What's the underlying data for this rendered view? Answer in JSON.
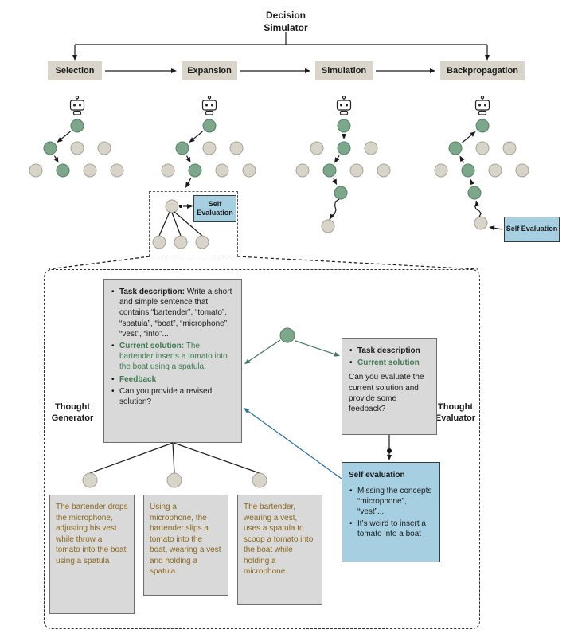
{
  "title": "Decision Simulator",
  "stages": [
    "Selection",
    "Expansion",
    "Simulation",
    "Backpropagation"
  ],
  "expansion_inset": {
    "self_eval_label": "Self Evaluation"
  },
  "backprop_inset": {
    "self_eval_label": "Self Evaluation"
  },
  "panel": {
    "generator_label": "Thought Generator",
    "evaluator_label": "Thought Evaluator",
    "generator_box": {
      "task_label": "Task description:",
      "task_text": "Write a short and simple sentence that contains “bartender”, “tomato”, “spatula”, “boat”, “microphone”, “vest”, “into”...",
      "solution_label": "Current solution:",
      "solution_text": "The bartender inserts a tomato into the boat using a spatula.",
      "feedback_label": "Feedback",
      "question": "Can you provide a revised solution?"
    },
    "evaluator_box": {
      "task_label": "Task description",
      "solution_label": "Current solution",
      "question": "Can you evaluate the current solution and provide some feedback?"
    },
    "self_evaluation_box": {
      "title": "Self evaluation",
      "bullets": [
        "Missing the concepts “microphone”, “vest”...",
        "It’s weird to insert a tomato into a boat"
      ]
    },
    "candidates": [
      "The bartender drops the microphone, adjusting his vest while throw a tomato into the boat using a spatula",
      "Using a microphone, the bartender slips a tomato into the boat, wearing a vest and holding a spatula.",
      "The bartender, wearing a vest, uses a spatula to scoop a tomato into the boat while holding a microphone."
    ]
  },
  "palette": {
    "node_green": "#7da78a",
    "node_green_stroke": "#5b7f68",
    "node_gray": "#d8d4c9",
    "node_gray_stroke": "#a9a396",
    "stage_box_bg": "#dad5cb",
    "content_box_bg": "#d9d9d9",
    "blue_box_bg": "#a6cfe2",
    "green_text": "#3c7a50",
    "olive_text": "#8a671d",
    "arrow_black": "#1a1a1a",
    "arrow_green": "#44745c",
    "arrow_blue": "#2e6f97"
  },
  "diagram": {
    "trees": [
      {
        "stage": "Selection",
        "nodes": [
          [
            80,
            40,
            "g"
          ],
          [
            46,
            68,
            "g"
          ],
          [
            80,
            68,
            "y"
          ],
          [
            114,
            68,
            "y"
          ],
          [
            28,
            96,
            "y"
          ],
          [
            62,
            96,
            "g"
          ],
          [
            96,
            96,
            "y"
          ],
          [
            130,
            96,
            "y"
          ]
        ],
        "arrows": [
          [
            80,
            40,
            46,
            68
          ],
          [
            46,
            68,
            62,
            96
          ]
        ]
      },
      {
        "stage": "Expansion",
        "nodes": [
          [
            80,
            40,
            "g"
          ],
          [
            46,
            68,
            "g"
          ],
          [
            80,
            68,
            "y"
          ],
          [
            114,
            68,
            "y"
          ],
          [
            28,
            96,
            "y"
          ],
          [
            62,
            96,
            "g"
          ],
          [
            96,
            96,
            "y"
          ],
          [
            130,
            96,
            "y"
          ]
        ],
        "arrows": [
          [
            80,
            40,
            46,
            68
          ],
          [
            46,
            68,
            62,
            96
          ],
          [
            62,
            96,
            50,
            118,
            11,
            0
          ]
        ]
      },
      {
        "stage": "Simulation",
        "nodes": [
          [
            80,
            40,
            "g"
          ],
          [
            46,
            68,
            "y"
          ],
          [
            80,
            68,
            "g"
          ],
          [
            114,
            68,
            "y"
          ],
          [
            28,
            96,
            "y"
          ],
          [
            62,
            96,
            "g"
          ],
          [
            96,
            96,
            "y"
          ],
          [
            130,
            96,
            "y"
          ],
          [
            76,
            124,
            "g"
          ],
          [
            60,
            166,
            "y"
          ]
        ],
        "arrows": [
          [
            80,
            40,
            80,
            68
          ],
          [
            80,
            68,
            62,
            96
          ],
          [
            62,
            96,
            76,
            124
          ]
        ],
        "wavy": [
          [
            74,
            132,
            62,
            158
          ]
        ]
      },
      {
        "stage": "Backpropagation",
        "nodes": [
          [
            80,
            40,
            "g"
          ],
          [
            46,
            68,
            "g"
          ],
          [
            80,
            68,
            "y"
          ],
          [
            114,
            68,
            "y"
          ],
          [
            28,
            96,
            "y"
          ],
          [
            62,
            96,
            "g"
          ],
          [
            96,
            96,
            "y"
          ],
          [
            130,
            96,
            "y"
          ],
          [
            70,
            124,
            "g"
          ],
          [
            78,
            162,
            "y"
          ]
        ],
        "arrows": [
          [
            62,
            96,
            46,
            68
          ],
          [
            46,
            68,
            80,
            40
          ],
          [
            70,
            124,
            62,
            96
          ]
        ],
        "wavy": [
          [
            76,
            154,
            72,
            134
          ]
        ]
      }
    ],
    "connectors": [
      [
        "line",
        359,
        40,
        359,
        56
      ],
      [
        "line",
        94,
        56,
        612,
        56
      ],
      [
        "arrow",
        94,
        56,
        94,
        76
      ],
      [
        "arrow",
        612,
        56,
        612,
        76
      ],
      [
        "arrow",
        132,
        89,
        222,
        89
      ],
      [
        "arrow",
        302,
        89,
        390,
        89
      ],
      [
        "arrow",
        472,
        89,
        547,
        89
      ],
      [
        "line",
        188,
        322,
        61,
        338,
        "dash"
      ],
      [
        "line",
        298,
        322,
        600,
        338,
        "dash"
      ],
      [
        "node",
        216,
        259,
        8,
        "y"
      ],
      [
        "dot",
        227,
        259,
        2
      ],
      [
        "arrow",
        230,
        259,
        242,
        259
      ],
      [
        "line",
        213,
        266,
        200,
        296
      ],
      [
        "line",
        216,
        267,
        227,
        296
      ],
      [
        "line",
        219,
        266,
        254,
        296
      ],
      [
        "node",
        200,
        304,
        8,
        "y"
      ],
      [
        "node",
        227,
        304,
        8,
        "y"
      ],
      [
        "node",
        254,
        304,
        8,
        "y"
      ],
      [
        "arrow",
        631,
        288,
        614,
        285
      ],
      [
        "node",
        361,
        421,
        9,
        "g"
      ],
      [
        "arrow",
        352,
        427,
        307,
        457,
        "green"
      ],
      [
        "arrow",
        371,
        428,
        427,
        447,
        "green"
      ],
      [
        "line",
        489,
        546,
        489,
        563
      ],
      [
        "dot",
        489,
        566,
        3
      ],
      [
        "arrow",
        489,
        569,
        489,
        578
      ],
      [
        "arrow",
        429,
        601,
        306,
        512,
        "blue"
      ],
      [
        "line",
        217,
        556,
        113,
        594
      ],
      [
        "line",
        217,
        556,
        219,
        594
      ],
      [
        "line",
        218,
        556,
        326,
        594
      ],
      [
        "node",
        113,
        603,
        9,
        "y"
      ],
      [
        "node",
        219,
        603,
        9,
        "y"
      ],
      [
        "node",
        326,
        603,
        9,
        "y"
      ]
    ]
  }
}
